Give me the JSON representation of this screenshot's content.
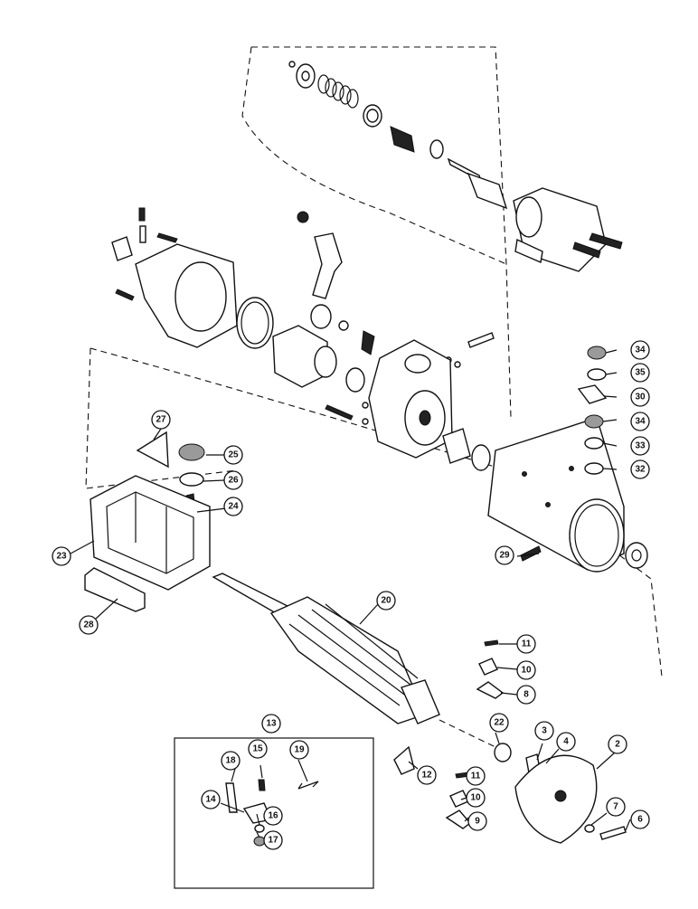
{
  "callouts": [
    {
      "id": "c2",
      "label": "2"
    },
    {
      "id": "c3",
      "label": "3"
    },
    {
      "id": "c4",
      "label": "4"
    },
    {
      "id": "c6",
      "label": "6"
    },
    {
      "id": "c7",
      "label": "7"
    },
    {
      "id": "c8",
      "label": "8"
    },
    {
      "id": "c9",
      "label": "9"
    },
    {
      "id": "c10a",
      "label": "10"
    },
    {
      "id": "c10b",
      "label": "10"
    },
    {
      "id": "c11a",
      "label": "11"
    },
    {
      "id": "c11b",
      "label": "11"
    },
    {
      "id": "c12",
      "label": "12"
    },
    {
      "id": "c13",
      "label": "13"
    },
    {
      "id": "c14",
      "label": "14"
    },
    {
      "id": "c15",
      "label": "15"
    },
    {
      "id": "c16",
      "label": "16"
    },
    {
      "id": "c17",
      "label": "17"
    },
    {
      "id": "c18",
      "label": "18"
    },
    {
      "id": "c19",
      "label": "19"
    },
    {
      "id": "c20",
      "label": "20"
    },
    {
      "id": "c22",
      "label": "22"
    },
    {
      "id": "c23",
      "label": "23"
    },
    {
      "id": "c24",
      "label": "24"
    },
    {
      "id": "c25",
      "label": "25"
    },
    {
      "id": "c26",
      "label": "26"
    },
    {
      "id": "c27",
      "label": "27"
    },
    {
      "id": "c28",
      "label": "28"
    },
    {
      "id": "c29",
      "label": "29"
    },
    {
      "id": "c30",
      "label": "30"
    },
    {
      "id": "c32",
      "label": "32"
    },
    {
      "id": "c33",
      "label": "33"
    },
    {
      "id": "c34a",
      "label": "34"
    },
    {
      "id": "c34b",
      "label": "34"
    },
    {
      "id": "c35",
      "label": "35"
    }
  ]
}
